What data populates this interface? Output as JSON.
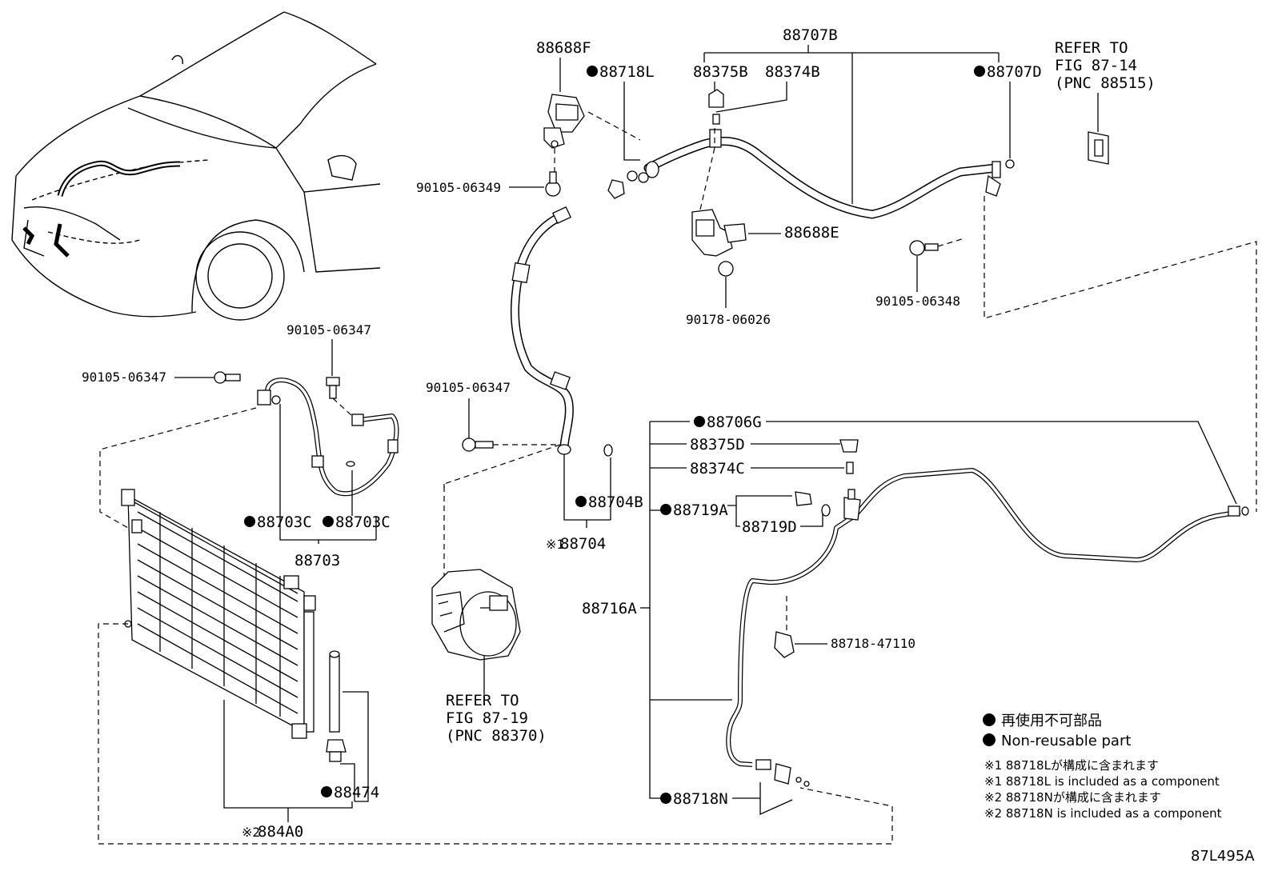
{
  "diagram_id": "87L495A",
  "labels": {
    "p88707B": "88707B",
    "p88688F": "88688F",
    "p88718L": "88718L",
    "p88375B": "88375B",
    "p88374B": "88374B",
    "p88707D": "88707D",
    "refer_top_1": "REFER TO",
    "refer_top_2": "FIG 87-14",
    "refer_top_3": "(PNC 88515)",
    "p9010506349": "90105-06349",
    "p88688E": "88688E",
    "p9010506348": "90105-06348",
    "p9017806026": "90178-06026",
    "p9010506347_a": "90105-06347",
    "p9010506347_b": "90105-06347",
    "p9010506347_c": "90105-06347",
    "p88703C_a": "88703C",
    "p88703C_b": "88703C",
    "p88703": "88703",
    "p88704B": "88704B",
    "p88704": "88704",
    "p88704_prefix": "※1",
    "p88706G": "88706G",
    "p88375D": "88375D",
    "p88374C": "88374C",
    "p88719A": "88719A",
    "p88719D": "88719D",
    "p88716A": "88716A",
    "p8871847110": "88718-47110",
    "refer_mid_1": "REFER TO",
    "refer_mid_2": "FIG 87-19",
    "refer_mid_3": "(PNC 88370)",
    "p88474": "88474",
    "p884A0": "884A0",
    "p884A0_prefix": "※2",
    "p88718N": "88718N"
  },
  "legend": {
    "ja": "再使用不可部品",
    "en": "Non-reusable part"
  },
  "notes": [
    "※1 88718Lが構成に含まれます",
    "※1 88718L is included as a component",
    "※2 88718Nが構成に含まれます",
    "※2 88718N is included as a component"
  ]
}
